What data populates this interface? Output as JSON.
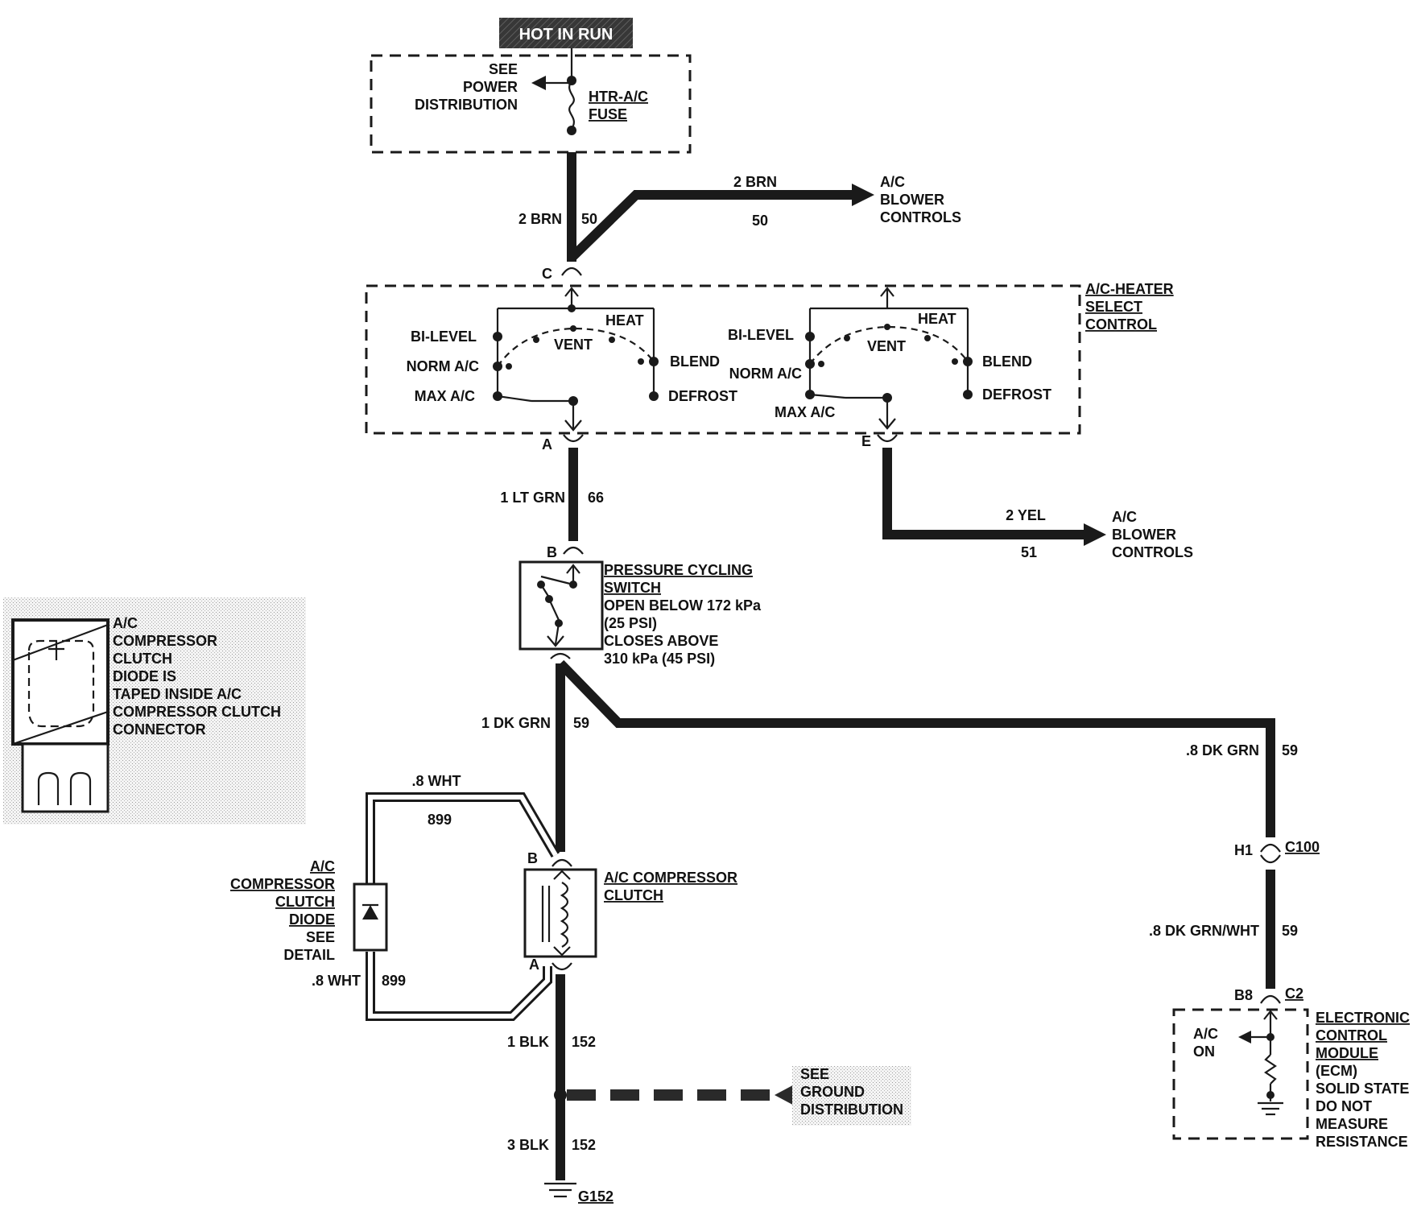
{
  "hot_in_run": "HOT IN RUN",
  "fuse_box": {
    "see_power": [
      "SEE",
      "POWER",
      "DISTRIBUTION"
    ],
    "fuse_label": [
      "HTR-A/C",
      "FUSE"
    ]
  },
  "wires": {
    "w50_left_color": "2 BRN",
    "w50_left_num": "50",
    "w50_right_color": "2 BRN",
    "w50_right_num": "50",
    "w66_color": "1 LT GRN",
    "w66_num": "66",
    "w51_color": "2 YEL",
    "w51_num": "51",
    "w59_left_color": "1 DK GRN",
    "w59_left_num": "59",
    "w59_right_color": ".8 DK GRN",
    "w59_right_num": "59",
    "w59_lower_color": ".8 DK GRN/WHT",
    "w59_lower_num": "59",
    "w899_top_color": ".8 WHT",
    "w899_top_num": "899",
    "w899_bot_color": ".8 WHT",
    "w899_bot_num": "899",
    "w152_upper_color": "1 BLK",
    "w152_upper_num": "152",
    "w152_lower_color": "3 BLK",
    "w152_lower_num": "152"
  },
  "blower_top": [
    "A/C",
    "BLOWER",
    "CONTROLS"
  ],
  "blower_bottom": [
    "A/C",
    "BLOWER",
    "CONTROLS"
  ],
  "connectors": {
    "c": "C",
    "a": "A",
    "e": "E",
    "b_switch": "B",
    "b_clutch": "B",
    "a_clutch": "A",
    "h1": "H1",
    "c100": "C100",
    "b8": "B8",
    "c2": "C2"
  },
  "select_control": {
    "title": [
      "A/C-HEATER",
      "SELECT",
      "CONTROL"
    ],
    "left": {
      "bi_level": "BI-LEVEL",
      "norm_ac": "NORM A/C",
      "max_ac": "MAX A/C",
      "vent": "VENT",
      "heat": "HEAT",
      "blend": "BLEND",
      "defrost": "DEFROST"
    },
    "right": {
      "bi_level": "BI-LEVEL",
      "norm_ac": "NORM A/C",
      "max_ac": "MAX A/C",
      "vent": "VENT",
      "heat": "HEAT",
      "blend": "BLEND",
      "defrost": "DEFROST"
    }
  },
  "pressure_switch": [
    "PRESSURE CYCLING",
    "SWITCH",
    "OPEN BELOW 172 kPa",
    "(25 PSI)",
    "CLOSES ABOVE",
    "310 kPa (45 PSI)"
  ],
  "detail_note": [
    "A/C",
    "COMPRESSOR",
    "CLUTCH",
    "DIODE IS",
    "TAPED INSIDE A/C",
    "COMPRESSOR CLUTCH",
    "CONNECTOR"
  ],
  "diode_label": [
    "A/C",
    "COMPRESSOR",
    "CLUTCH",
    "DIODE",
    "SEE",
    "DETAIL"
  ],
  "clutch_label": [
    "A/C COMPRESSOR",
    "CLUTCH"
  ],
  "ground_dist": [
    "SEE",
    "GROUND",
    "DISTRIBUTION"
  ],
  "ground_id": "G152",
  "ecm": {
    "ac_on": [
      "A/C",
      "ON"
    ],
    "title": [
      "ELECTRONIC",
      "CONTROL",
      "MODULE",
      "(ECM)"
    ],
    "note": [
      "SOLID STATE",
      "DO NOT",
      "MEASURE",
      "RESISTANCE"
    ]
  }
}
